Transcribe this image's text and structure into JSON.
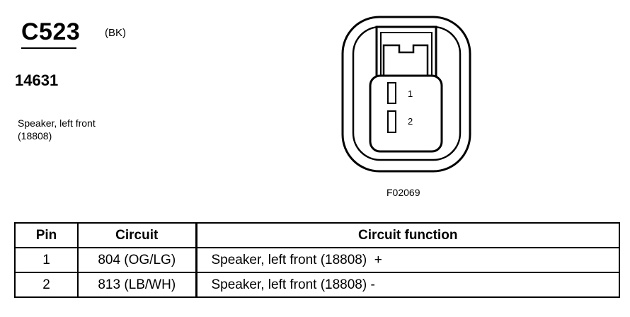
{
  "connector": {
    "id": "C523",
    "color": "(BK)",
    "part_number": "14631",
    "description_line1": "Speaker, left front",
    "description_line2": "(18808)"
  },
  "diagram": {
    "pin_labels": [
      "1",
      "2"
    ],
    "figure_id": "F02069"
  },
  "table": {
    "headers": [
      "Pin",
      "Circuit",
      "Circuit function"
    ],
    "rows": [
      {
        "pin": "1",
        "circuit": "804 (OG/LG)",
        "function": "Speaker, left front (18808)  +"
      },
      {
        "pin": "2",
        "circuit": "813 (LB/WH)",
        "function": "Speaker, left front (18808) -"
      }
    ]
  }
}
